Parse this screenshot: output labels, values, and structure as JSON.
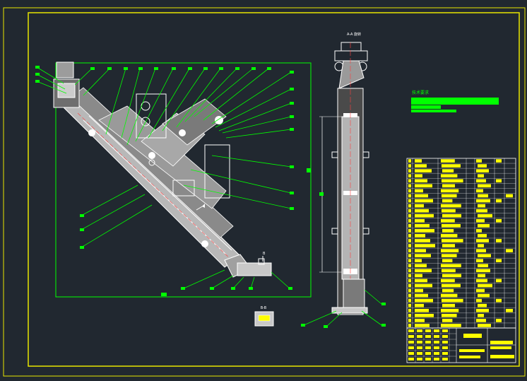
{
  "colors": {
    "background": "#212830",
    "frame": "#e8e600",
    "line": "#ffffff",
    "leader": "#00ff00",
    "section": "#ffff00",
    "dimension": "#00e0e0",
    "center": "#ff4040"
  },
  "labels": {
    "section_aa": "A-A 旋转",
    "section_bb": "B-B",
    "view_b": "B",
    "tech_req": "技术要求"
  }
}
